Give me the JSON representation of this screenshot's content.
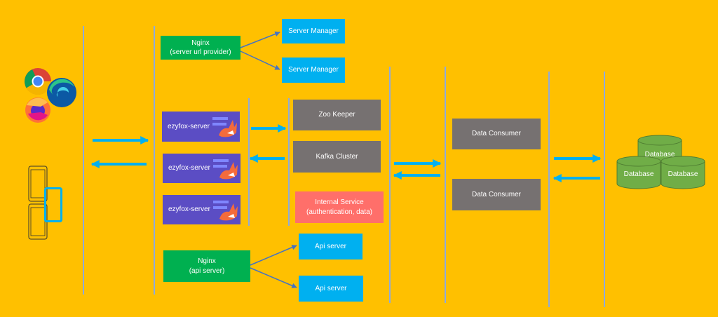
{
  "colors": {
    "background": "#ffc000",
    "line": "#8faadc",
    "arrow": "#00b0f0",
    "nginx": "#00b050",
    "server": "#00b0f0",
    "grey_box": "#767171",
    "internal": "#ff6f6a",
    "ezyfox": "#5b4dc4",
    "database": "#70ad47"
  },
  "clients": {
    "browsers": [
      "chrome-icon",
      "edge-icon",
      "firefox-icon"
    ],
    "devices": [
      "mobile-phone-icon",
      "tablet-icon"
    ]
  },
  "nginx_url": {
    "label": "Nginx\n(server url provider)"
  },
  "server_managers": [
    "Server Manager",
    "Server Manager"
  ],
  "ezyfox_servers": [
    "ezyfox-server",
    "ezyfox-server",
    "ezyfox-server"
  ],
  "zookeeper": {
    "label": "Zoo Keeper"
  },
  "kafka": {
    "label": "Kafka Cluster"
  },
  "internal_service": {
    "label": "Internal Service\n(authentication, data)"
  },
  "nginx_api": {
    "label": "Nginx\n(api server)"
  },
  "api_servers": [
    "Api server",
    "Api server"
  ],
  "data_consumers": [
    "Data Consumer",
    "Data Consumer"
  ],
  "databases": [
    "Database",
    "Database",
    "Database"
  ]
}
